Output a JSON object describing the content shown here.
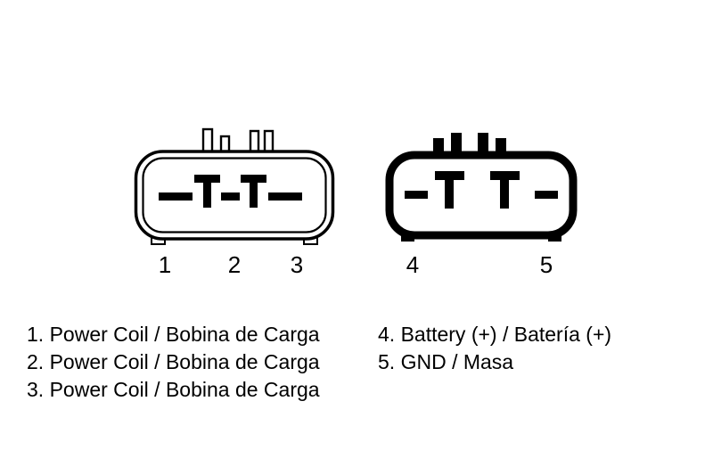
{
  "connectors": {
    "left": {
      "pin_labels": [
        "1",
        "2",
        "3"
      ]
    },
    "right": {
      "pin_labels": [
        "4",
        "5"
      ]
    }
  },
  "legend": {
    "left": [
      "1. Power Coil / Bobina de Carga",
      "2. Power Coil / Bobina de Carga",
      "3. Power Coil / Bobina de Carga"
    ],
    "right": [
      "4. Battery (+) / Batería (+)",
      "5. GND / Masa"
    ]
  },
  "colors": {
    "line": "#000000",
    "background": "#ffffff"
  }
}
